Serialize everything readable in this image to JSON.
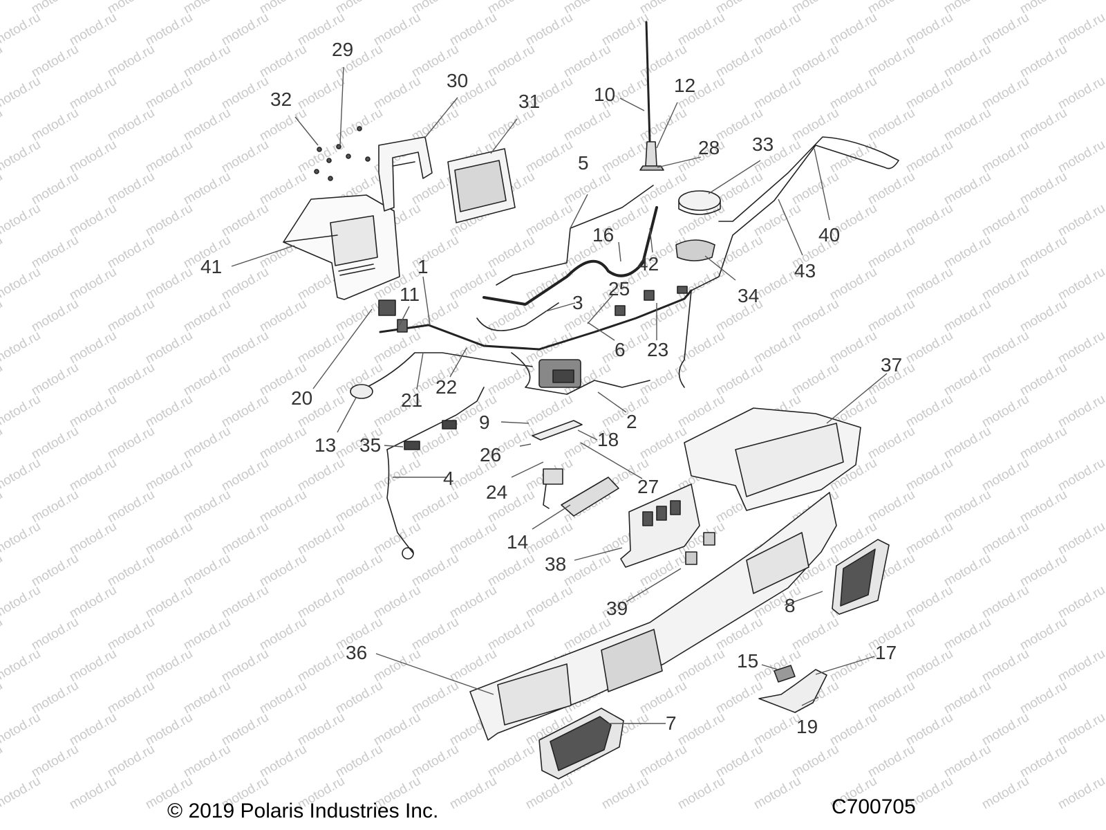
{
  "watermark": "motod.ru",
  "callouts": [
    "1",
    "2",
    "3",
    "4",
    "5",
    "6",
    "7",
    "8",
    "9",
    "10",
    "11",
    "12",
    "13",
    "14",
    "15",
    "16",
    "17",
    "18",
    "19",
    "20",
    "21",
    "22",
    "23",
    "24",
    "25",
    "26",
    "27",
    "28",
    "29",
    "30",
    "31",
    "32",
    "33",
    "34",
    "35",
    "36",
    "37",
    "38",
    "39",
    "40",
    "41",
    "42",
    "43"
  ],
  "footer": {
    "copyright": "© 2019 Polaris Industries Inc.",
    "code": "C700705"
  }
}
